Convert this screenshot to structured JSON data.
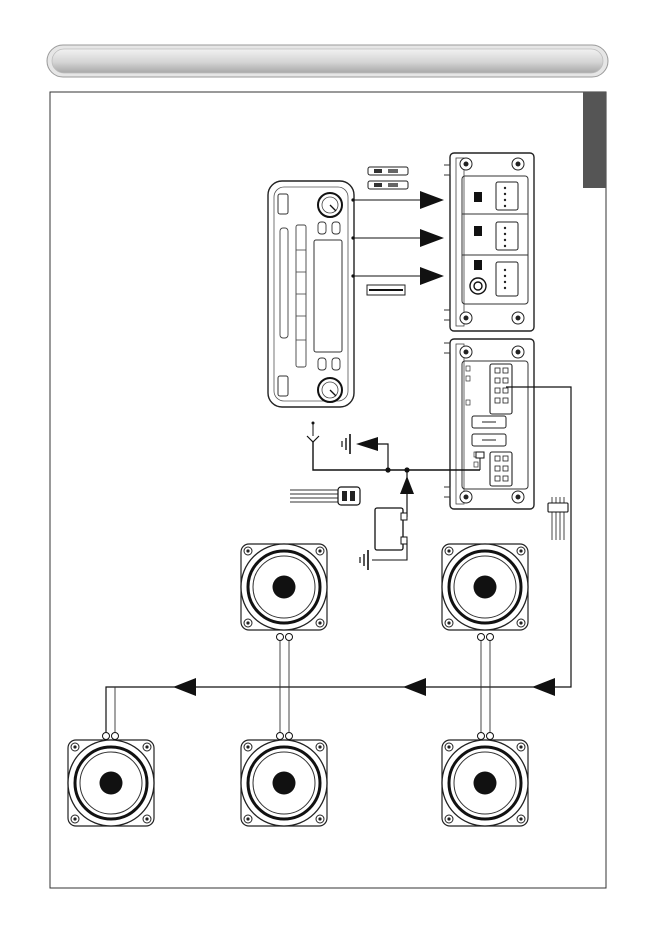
{
  "header_bar": {
    "style": "rounded-gray-gradient"
  },
  "side_tab": {
    "color": "#555555"
  },
  "colors": {
    "line": "#111111",
    "frame": "#333333",
    "tab": "#555555",
    "speaker_cone": "#111111",
    "bar_light": "#f2f2f2",
    "bar_dark": "#a8a8a8"
  },
  "diagram": {
    "head_unit": {
      "icon": "car-radio-faceplate-icon"
    },
    "control_module": {
      "icon": "rca-input-module-icon"
    },
    "amplifier_module": {
      "icon": "amplifier-module-icon"
    },
    "speakers": {
      "icon": "speaker-icon",
      "count": 5,
      "positions": [
        "top-center",
        "top-right",
        "bottom-left",
        "bottom-center",
        "bottom-right"
      ]
    },
    "connectors": [
      "rca-plug-pair-icon",
      "cable-bundle-icon",
      "power-plug-icon",
      "relay-box-icon",
      "ground-symbol-icon",
      "antenna-icon",
      "wire-harness-icon"
    ]
  }
}
